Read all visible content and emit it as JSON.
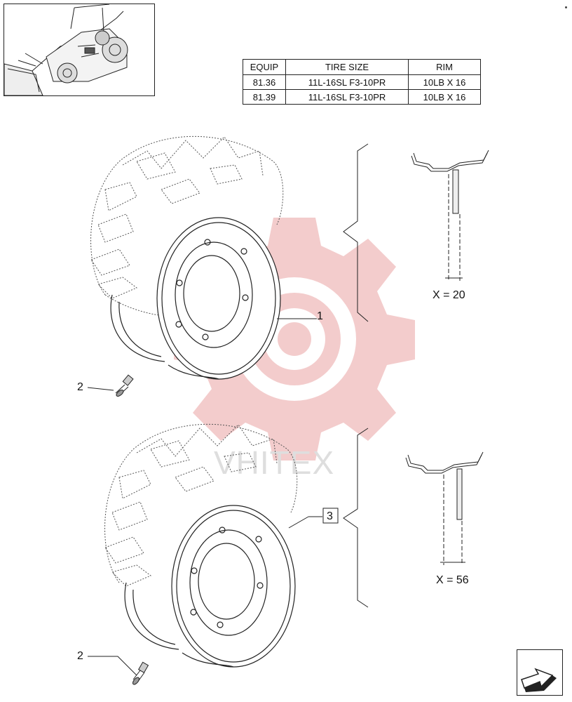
{
  "table": {
    "headers": [
      "EQUIP",
      "TIRE SIZE",
      "RIM"
    ],
    "rows": [
      [
        "81.36",
        "11L-16SL F3-10PR",
        "10LB X 16"
      ],
      [
        "81.39",
        "11L-16SL F3-10PR",
        "10LB X 16"
      ]
    ]
  },
  "callouts": {
    "rim_upper": "1",
    "valve_upper": "2",
    "valve_lower": "2",
    "rim_lower_boxed": "3"
  },
  "profiles": {
    "upper": "X = 20",
    "lower": "X = 56"
  },
  "watermark_text": "VHITEX",
  "icons": {
    "thumbnail": "loader-backhoe-thumbnail",
    "nav": "next-page-arrow-icon"
  },
  "colors": {
    "watermark_gear": "#f2c4c4",
    "line": "#222222"
  }
}
